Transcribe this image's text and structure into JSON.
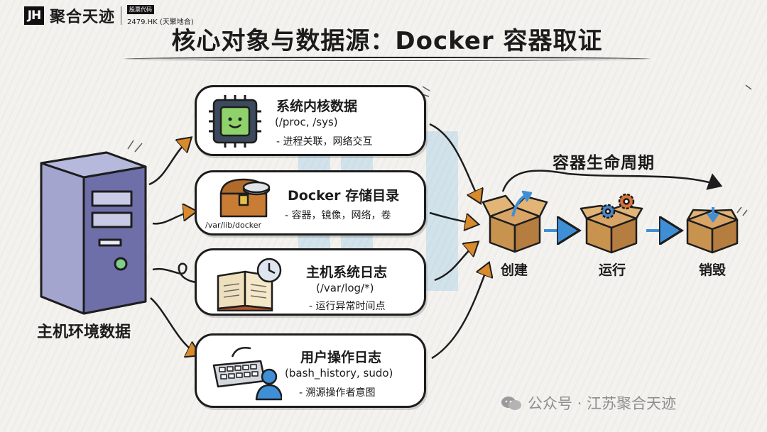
{
  "brand": {
    "mark": "JH",
    "name": "聚合天迹",
    "stock_tag": "股票代码",
    "stock_code": "2479.HK (天聚地合)"
  },
  "title": "核心对象与数据源：Docker 容器取证",
  "host": {
    "label": "主机环境数据",
    "icon": "server-tower-icon"
  },
  "sources": [
    {
      "title": "系统内核数据",
      "sub": "(/proc, /sys)",
      "note": "- 进程关联，网络交互",
      "icon": "cpu-chip-icon"
    },
    {
      "title": "Docker 存储目录",
      "note": "- 容器，镜像，网络，卷",
      "path": "/var/lib/docker",
      "icon": "treasure-chest-icon"
    },
    {
      "title": "主机系统日志",
      "sub": "(/var/log/*)",
      "note": "- 运行异常时间点",
      "icon": "book-clock-icon"
    },
    {
      "title": "用户操作日志",
      "sub": "(bash_history, sudo)",
      "note": "- 溯源操作者意图",
      "icon": "keyboard-user-icon"
    }
  ],
  "lifecycle": {
    "title": "容器生命周期",
    "stages": [
      {
        "label": "创建",
        "icon": "box-open-icon"
      },
      {
        "label": "运行",
        "icon": "box-gears-icon"
      },
      {
        "label": "销毁",
        "icon": "box-closing-icon"
      }
    ]
  },
  "watermark": "公众号 · 江苏聚合天迹",
  "colors": {
    "arrow_orange": "#d98a2b",
    "arrow_blue": "#3f8fd6",
    "watermark_blue": "#3c9fe0"
  }
}
